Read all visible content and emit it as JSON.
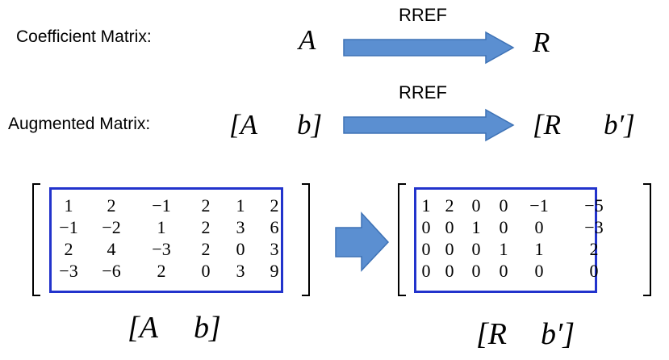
{
  "row1": {
    "label": "Coefficient Matrix:",
    "left": "A",
    "arrow_label": "RREF",
    "right": "R"
  },
  "row2": {
    "label": "Augmented Matrix:",
    "left_a": "[A",
    "left_b": "b]",
    "arrow_label": "RREF",
    "right_a": "[R",
    "right_b": "b′]"
  },
  "left_matrix": {
    "rows": [
      [
        "1",
        "2",
        "−1",
        "2",
        "1",
        "2"
      ],
      [
        "−1",
        "−2",
        "1",
        "2",
        "3",
        "6"
      ],
      [
        "2",
        "4",
        "−3",
        "2",
        "0",
        "3"
      ],
      [
        "−3",
        "−6",
        "2",
        "0",
        "3",
        "9"
      ]
    ],
    "caption_a": "[A",
    "caption_b": "b]"
  },
  "right_matrix": {
    "rows": [
      [
        "1",
        "2",
        "0",
        "0",
        "−1",
        "−5"
      ],
      [
        "0",
        "0",
        "1",
        "0",
        "0",
        "−3"
      ],
      [
        "0",
        "0",
        "0",
        "1",
        "1",
        "2"
      ],
      [
        "0",
        "0",
        "0",
        "0",
        "0",
        "0"
      ]
    ],
    "caption_a": "[R",
    "caption_b": "b′]"
  },
  "colors": {
    "arrow": "#5b8fd1",
    "arrow_border": "#3e72b5",
    "box": "#2233cc"
  }
}
